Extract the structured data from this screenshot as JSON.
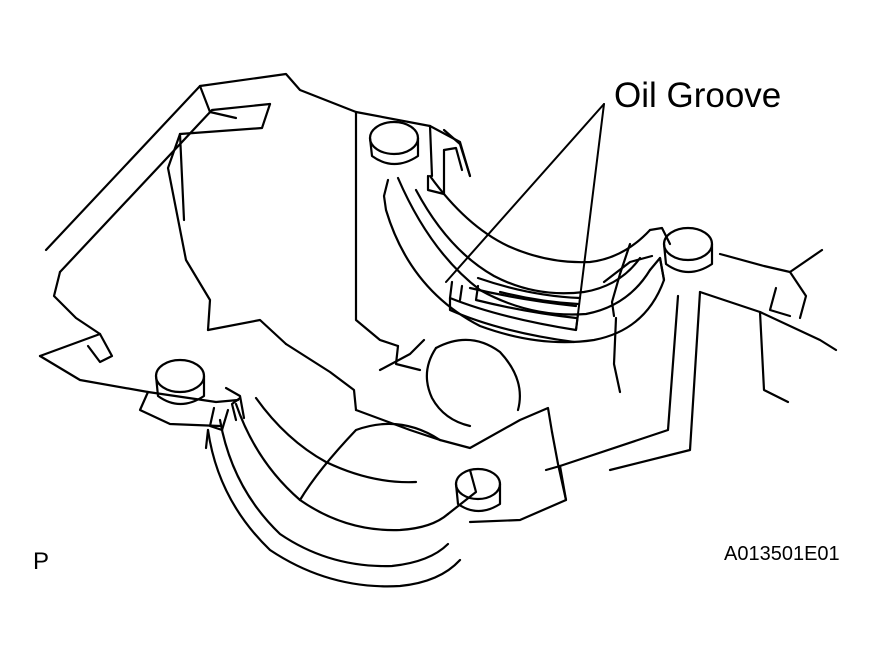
{
  "diagram": {
    "callout": "Oil Groove",
    "view_code": "P",
    "figure_id": "A013501E01"
  },
  "colors": {
    "line": "#000000",
    "background": "#ffffff"
  }
}
